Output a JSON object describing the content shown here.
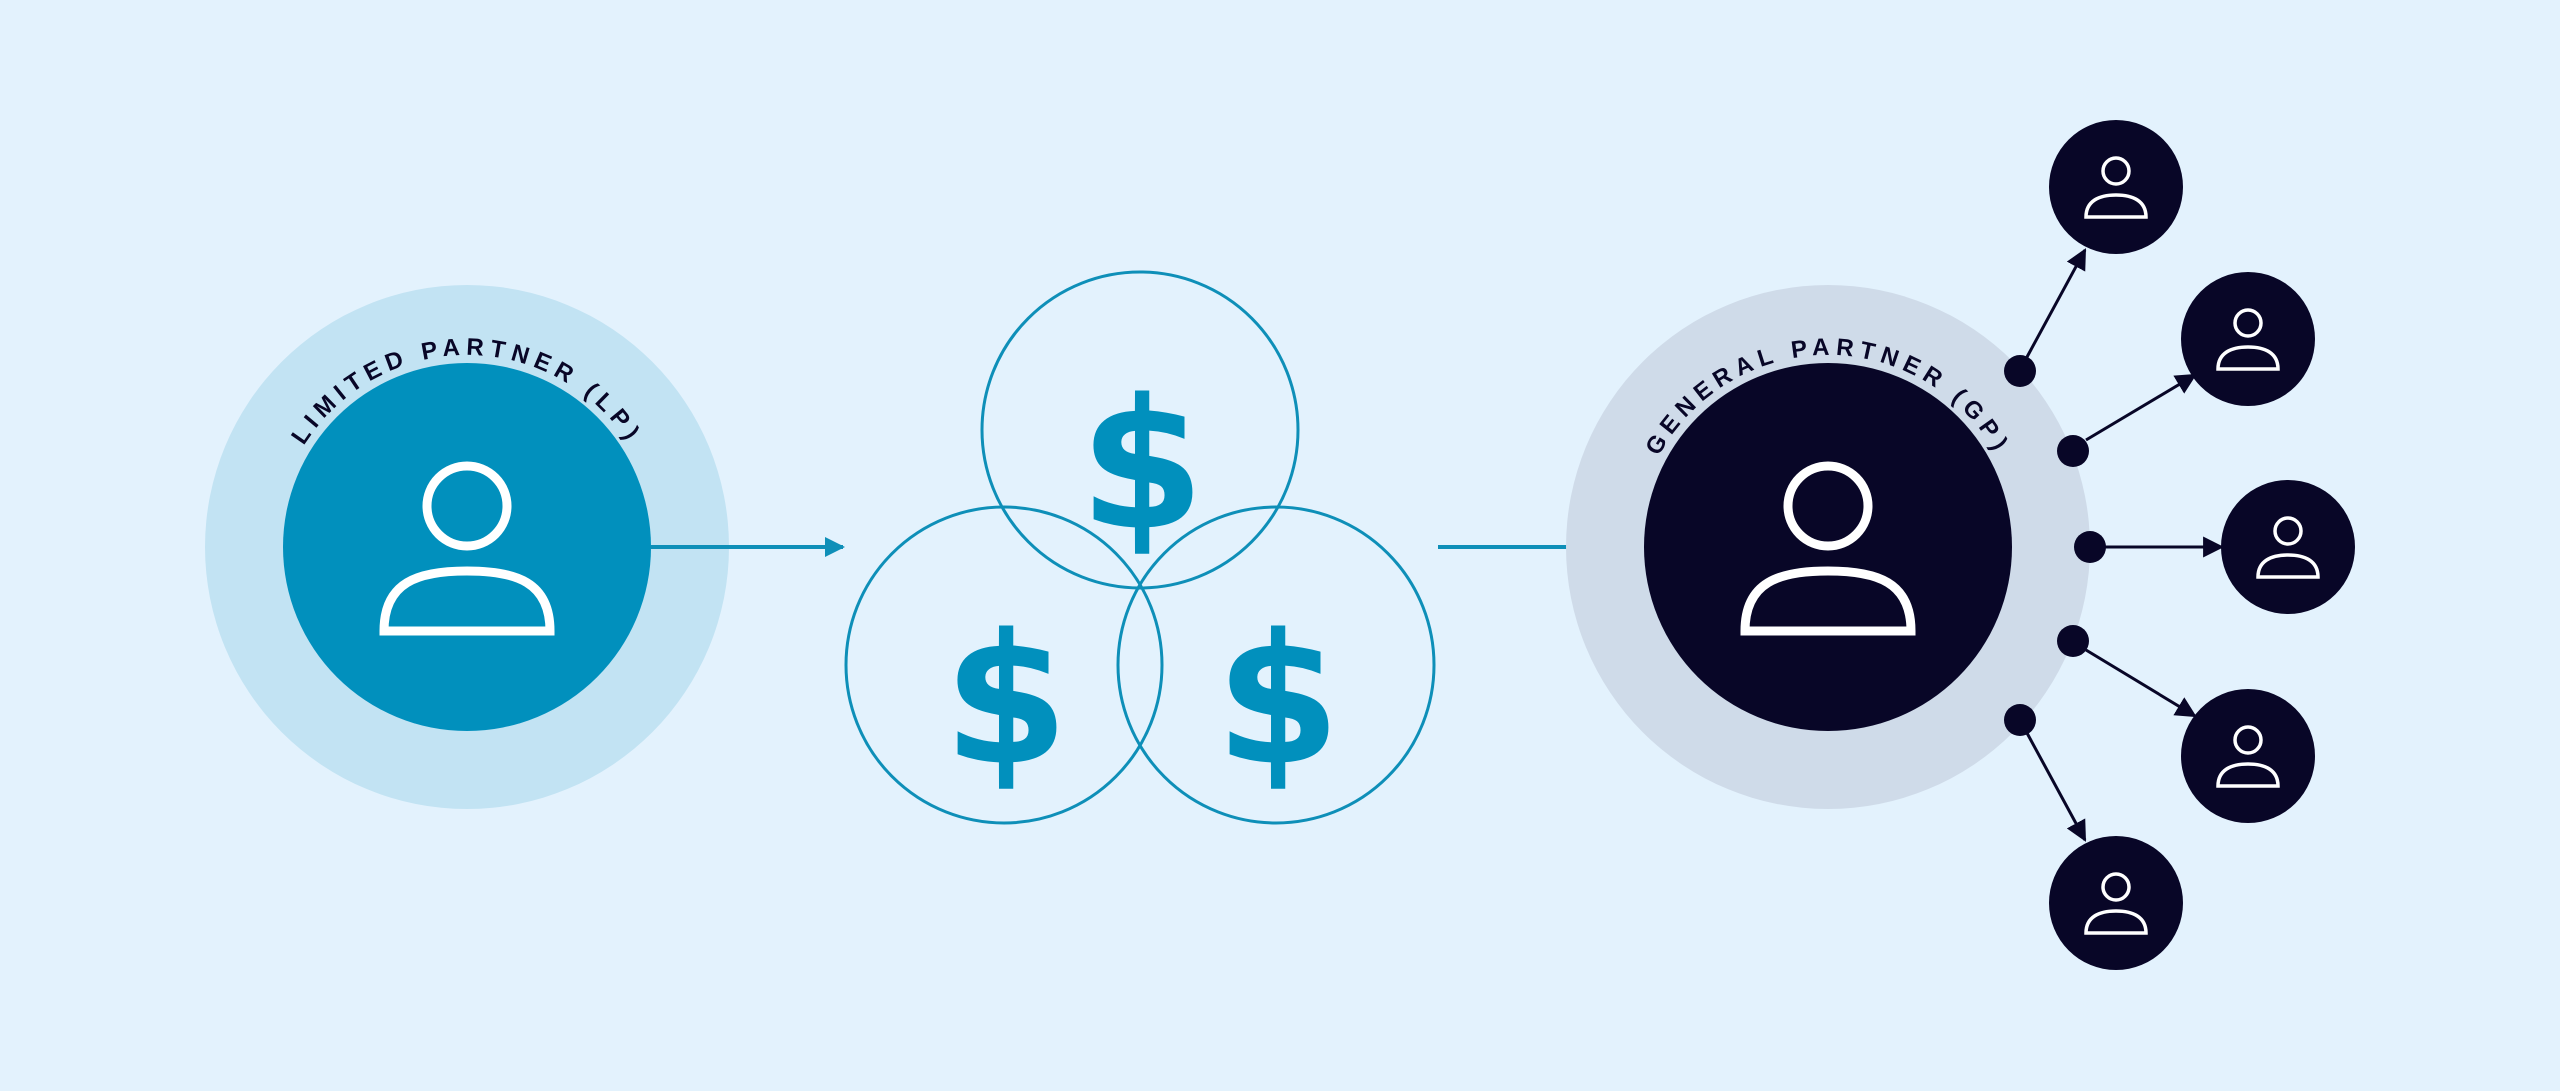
{
  "colors": {
    "background": "#e3f2fd",
    "lp_halo": "#c2e3f3",
    "lp_primary": "#0190bd",
    "gp_halo": "#cfdbe9",
    "gp_primary": "#080627",
    "pool_stroke": "#0e8fb8",
    "white": "#ffffff"
  },
  "limited_partner": {
    "label": "LIMITED PARTNER (LP)",
    "icon": "person-icon"
  },
  "fund_pool": {
    "symbols": [
      "$",
      "$",
      "$"
    ],
    "icon": "dollar-icon"
  },
  "general_partner": {
    "label": "GENERAL PARTNER (GP)",
    "icon": "person-icon"
  },
  "investees": {
    "count": 5,
    "icon": "person-icon"
  }
}
